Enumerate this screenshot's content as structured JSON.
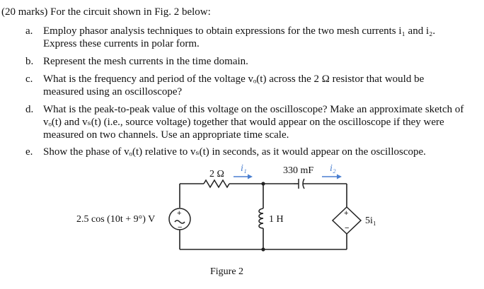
{
  "header": "(20 marks) For the circuit shown in Fig. 2 below:",
  "items": [
    {
      "letter": "a.",
      "lines": [
        "Employ phasor analysis techniques to obtain expressions for the two mesh currents i₁ and i₂.",
        "Express these currents in polar form."
      ]
    },
    {
      "letter": "b.",
      "lines": [
        "Represent the mesh currents in the time domain."
      ]
    },
    {
      "letter": "c.",
      "lines": [
        "What is the frequency and period of the voltage vₒ(t) across the 2 Ω resistor that would be",
        "measured using an oscilloscope?"
      ]
    },
    {
      "letter": "d.",
      "lines": [
        "What is the peak-to-peak value of this voltage on the oscilloscope? Make an approximate sketch of",
        "vₒ(t) and vₛ(t) (i.e., source voltage) together that would appear on the oscilloscope if they were",
        "measured on two channels. Use an appropriate time scale."
      ]
    },
    {
      "letter": "e.",
      "lines": [
        "Show the phase of vₒ(t) relative to vₛ(t) in seconds, as it would appear on the oscilloscope."
      ]
    }
  ],
  "circuit": {
    "resistor_label": "2 Ω",
    "capacitor_label": "330 mF",
    "inductor_label": "1 H",
    "source_label": "2.5 cos (10t + 9°) V",
    "dependent_source_label": "5i₁",
    "current_1_label": "i₁",
    "current_2_label": "i₂",
    "plus_sign": "+",
    "minus_sign": "−",
    "figure_caption": "Figure 2",
    "arrow_color": "#4a7fd0"
  }
}
